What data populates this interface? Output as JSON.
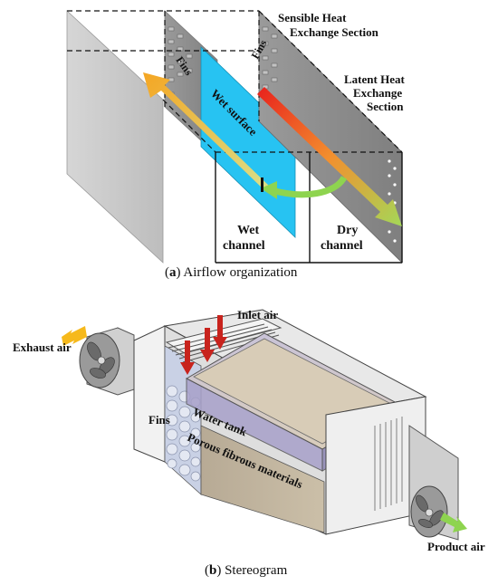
{
  "panel_a": {
    "labels": {
      "sensible_line1": "Sensible Heat",
      "sensible_line2": "Exchange Section",
      "latent_line1": "Latent Heat",
      "latent_line2": "Exchange",
      "latent_line3": "Section",
      "fins_left": "Fins",
      "fins_right": "Fins",
      "wet_surface": "Wet surface",
      "wet_channel_line1": "Wet",
      "wet_channel_line2": "channel",
      "dry_channel_line1": "Dry",
      "dry_channel_line2": "channel"
    },
    "caption_letter": "a",
    "caption_text": "Airflow organization"
  },
  "panel_b": {
    "labels": {
      "inlet_air": "Inlet air",
      "exhaust_air": "Exhaust air",
      "water_tank": "Water tank",
      "fins": "Fins",
      "porous": "Porous fibrous materials",
      "product_air": "Product air"
    },
    "caption_letter": "b",
    "caption_text": "Stereogram"
  },
  "colors": {
    "wet_surface": "#27c3f2",
    "exhaust_arrow": "#f6b91b",
    "product_arrow": "#8ed44f",
    "inlet_arrow": "#c8231d",
    "plate_gray": "#8f8f8f"
  }
}
